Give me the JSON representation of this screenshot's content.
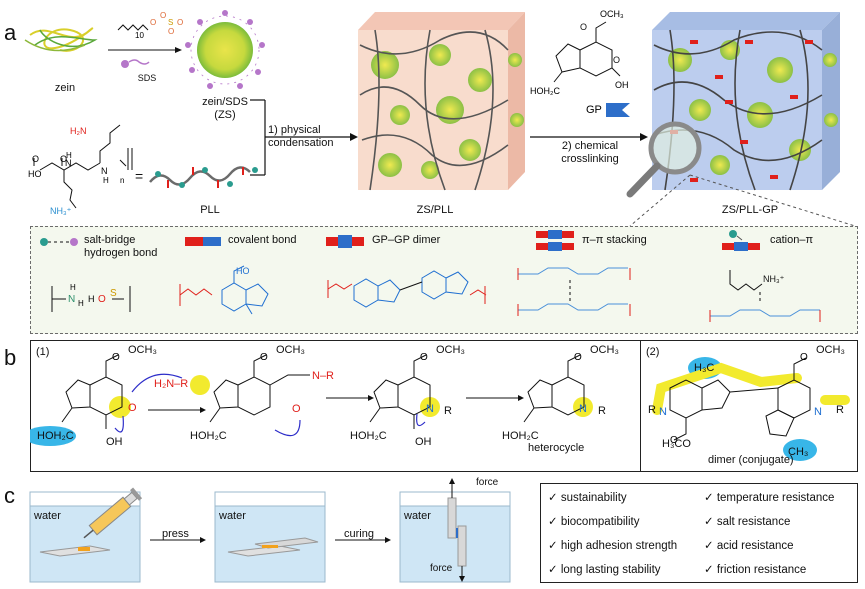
{
  "panel_a": {
    "letter": "a",
    "zein": "zein",
    "sds": "SDS",
    "sds_subscript": "10",
    "zein_sds_line1": "zein/SDS",
    "zein_sds_line2": "(ZS)",
    "pll_polymer": "PLL",
    "nh2": "H₂N",
    "nh3": "NH₃⁺",
    "equals": "=",
    "step1_line1": "1) physical",
    "step1_line2": "condensation",
    "zs_pll": "ZS/PLL",
    "step2_line1": "2) chemical",
    "step2_line2": "crosslinking",
    "gp": "GP",
    "och3": "OCH₃",
    "hoh2c": "HOH₂C",
    "oh": "OH",
    "zs_pll_gp": "ZS/PLL-GP"
  },
  "legend": {
    "salt_bridge_line1": "salt-bridge",
    "salt_bridge_line2": "hydrogen bond",
    "covalent_bond": "covalent  bond",
    "gp_gp_dimer": "GP–GP dimer",
    "pi_pi_stacking": "π–π stacking",
    "cation_pi": "cation–π",
    "nh3_plus": "NH₃⁺",
    "ho": "HO"
  },
  "panel_b": {
    "letter": "b",
    "sub1": "(1)",
    "sub2": "(2)",
    "och3": "OCH₃",
    "hoh2c": "HOH₂C",
    "oh": "OH",
    "amine": "H₂N–R",
    "n_r": "N–R",
    "n": "N",
    "r": "R",
    "heterocycle": "heterocycle",
    "h3c": "H₃C",
    "ch3": "CH₃",
    "h3co": "H₃CO",
    "dimer": "dimer (conjugate)"
  },
  "panel_c": {
    "letter": "c",
    "water": "water",
    "press": "press",
    "curing": "curing",
    "force": "force",
    "properties_left": [
      "✓ sustainability",
      "✓ biocompatibility",
      "✓ high adhesion strength",
      "✓ long lasting stability"
    ],
    "properties_right": [
      "✓ temperature resistance",
      "✓ salt resistance",
      "✓ acid resistance",
      "✓ friction resistance"
    ]
  },
  "colors": {
    "zein_yellow": "#e8e04a",
    "zein_green": "#5aa83a",
    "sds_purple": "#b576c9",
    "cube_pink": "#f6d6c6",
    "cube_blue": "#b7c9ea",
    "covalent_red": "#e0201b",
    "covalent_blue": "#2d6ec9",
    "amine_red": "#e0201b",
    "chem_blue": "#1f6fd1",
    "highlight_yellow": "#f2ea2e",
    "highlight_cyan": "#38b6e8",
    "water_blue": "#cfe6f5",
    "adhesive_orange": "#f2a21d"
  }
}
